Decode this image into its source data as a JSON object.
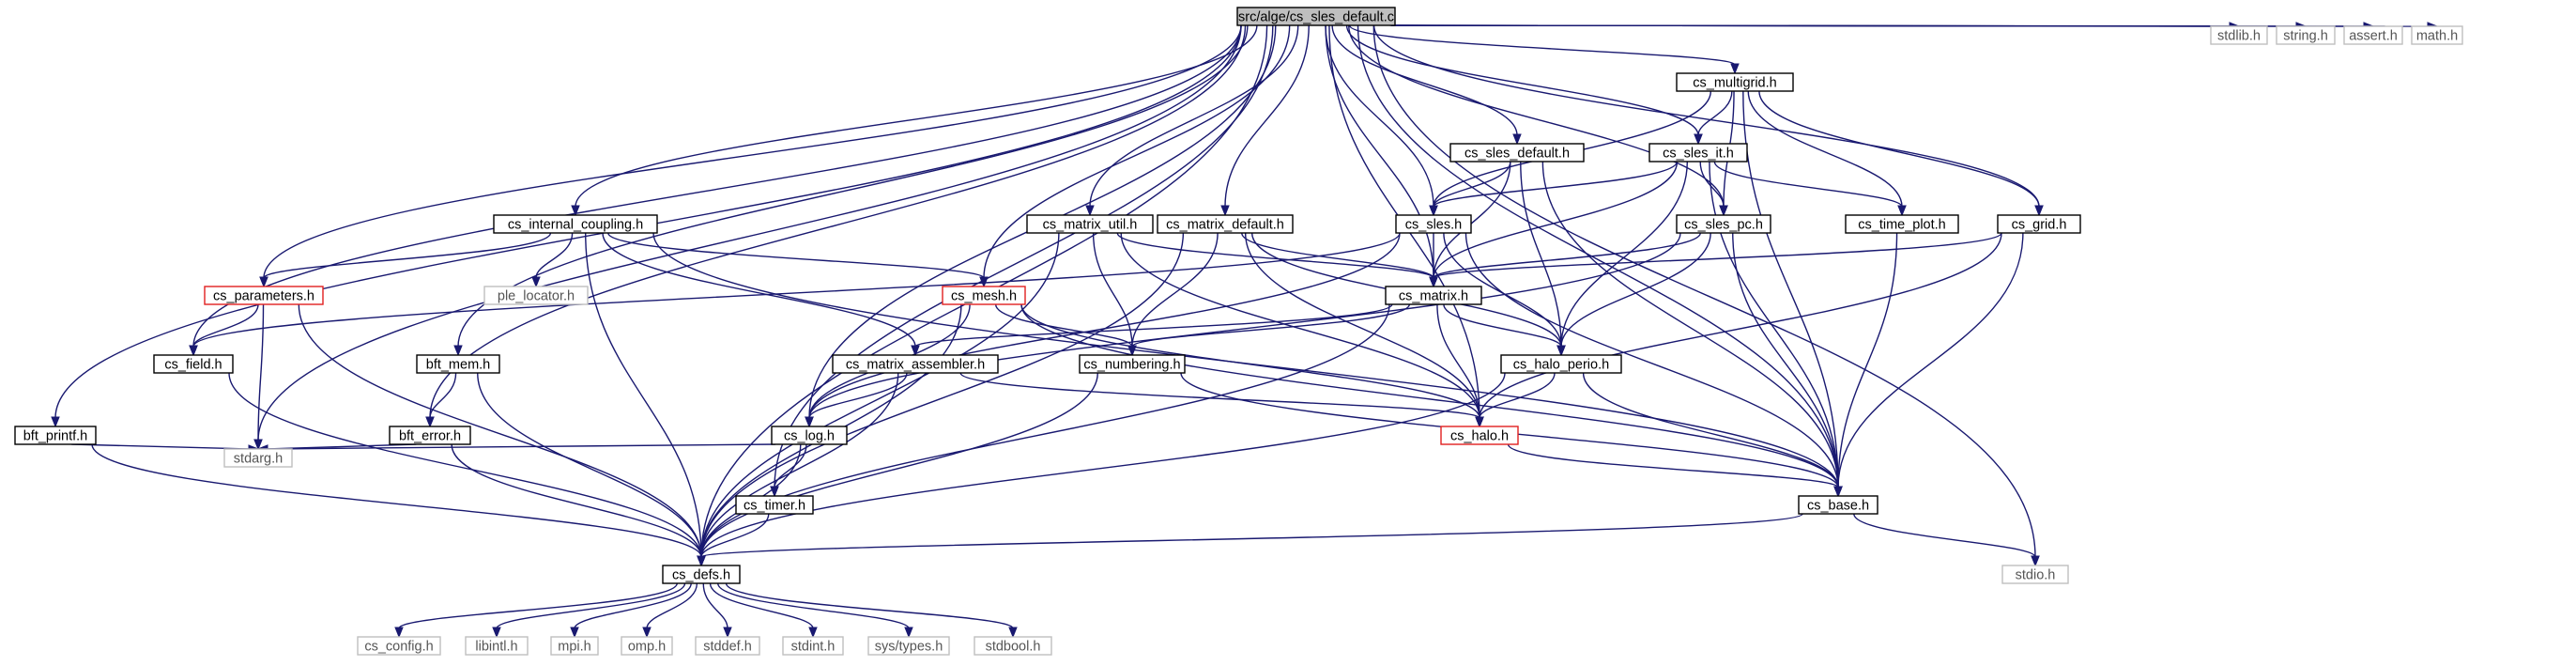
{
  "diagram": {
    "type": "include-dependency-graph",
    "edge_color": "#191970",
    "nodes": [
      {
        "id": "root",
        "label": "src/alge/cs_sles_default.c",
        "kind": "root"
      },
      {
        "id": "stdlib",
        "label": "stdlib.h",
        "kind": "ext"
      },
      {
        "id": "string",
        "label": "string.h",
        "kind": "ext"
      },
      {
        "id": "assert",
        "label": "assert.h",
        "kind": "ext"
      },
      {
        "id": "math",
        "label": "math.h",
        "kind": "ext"
      },
      {
        "id": "multigrid",
        "label": "cs_multigrid.h",
        "kind": "doc"
      },
      {
        "id": "sles_default",
        "label": "cs_sles_default.h",
        "kind": "doc"
      },
      {
        "id": "sles_it",
        "label": "cs_sles_it.h",
        "kind": "doc"
      },
      {
        "id": "internal_coupling",
        "label": "cs_internal_coupling.h",
        "kind": "doc"
      },
      {
        "id": "matrix_util",
        "label": "cs_matrix_util.h",
        "kind": "doc"
      },
      {
        "id": "matrix_default",
        "label": "cs_matrix_default.h",
        "kind": "doc"
      },
      {
        "id": "sles",
        "label": "cs_sles.h",
        "kind": "doc"
      },
      {
        "id": "sles_pc",
        "label": "cs_sles_pc.h",
        "kind": "doc"
      },
      {
        "id": "time_plot",
        "label": "cs_time_plot.h",
        "kind": "doc"
      },
      {
        "id": "grid",
        "label": "cs_grid.h",
        "kind": "doc"
      },
      {
        "id": "parameters",
        "label": "cs_parameters.h",
        "kind": "red"
      },
      {
        "id": "ple_locator",
        "label": "ple_locator.h",
        "kind": "ext"
      },
      {
        "id": "mesh",
        "label": "cs_mesh.h",
        "kind": "red"
      },
      {
        "id": "matrix",
        "label": "cs_matrix.h",
        "kind": "doc"
      },
      {
        "id": "field",
        "label": "cs_field.h",
        "kind": "doc"
      },
      {
        "id": "bft_mem",
        "label": "bft_mem.h",
        "kind": "doc"
      },
      {
        "id": "matrix_assembler",
        "label": "cs_matrix_assembler.h",
        "kind": "doc"
      },
      {
        "id": "numbering",
        "label": "cs_numbering.h",
        "kind": "doc"
      },
      {
        "id": "halo_perio",
        "label": "cs_halo_perio.h",
        "kind": "doc"
      },
      {
        "id": "bft_printf",
        "label": "bft_printf.h",
        "kind": "doc"
      },
      {
        "id": "bft_error",
        "label": "bft_error.h",
        "kind": "doc"
      },
      {
        "id": "log",
        "label": "cs_log.h",
        "kind": "doc"
      },
      {
        "id": "halo",
        "label": "cs_halo.h",
        "kind": "red"
      },
      {
        "id": "stdarg",
        "label": "stdarg.h",
        "kind": "ext"
      },
      {
        "id": "timer",
        "label": "cs_timer.h",
        "kind": "doc"
      },
      {
        "id": "base",
        "label": "cs_base.h",
        "kind": "doc"
      },
      {
        "id": "defs",
        "label": "cs_defs.h",
        "kind": "doc"
      },
      {
        "id": "stdio",
        "label": "stdio.h",
        "kind": "ext"
      },
      {
        "id": "cs_config",
        "label": "cs_config.h",
        "kind": "ext"
      },
      {
        "id": "libintl",
        "label": "libintl.h",
        "kind": "ext"
      },
      {
        "id": "mpi",
        "label": "mpi.h",
        "kind": "ext"
      },
      {
        "id": "omp",
        "label": "omp.h",
        "kind": "ext"
      },
      {
        "id": "stddef",
        "label": "stddef.h",
        "kind": "ext"
      },
      {
        "id": "stdint",
        "label": "stdint.h",
        "kind": "ext"
      },
      {
        "id": "systypes",
        "label": "sys/types.h",
        "kind": "ext"
      },
      {
        "id": "stdbool",
        "label": "stdbool.h",
        "kind": "ext"
      }
    ],
    "edges": [
      [
        "root",
        "stdlib"
      ],
      [
        "root",
        "string"
      ],
      [
        "root",
        "assert"
      ],
      [
        "root",
        "math"
      ],
      [
        "root",
        "multigrid"
      ],
      [
        "root",
        "sles_default"
      ],
      [
        "root",
        "sles_it"
      ],
      [
        "root",
        "internal_coupling"
      ],
      [
        "root",
        "matrix_util"
      ],
      [
        "root",
        "matrix_default"
      ],
      [
        "root",
        "sles"
      ],
      [
        "root",
        "sles_pc"
      ],
      [
        "root",
        "grid"
      ],
      [
        "root",
        "parameters"
      ],
      [
        "root",
        "mesh"
      ],
      [
        "root",
        "matrix"
      ],
      [
        "root",
        "field"
      ],
      [
        "root",
        "bft_mem"
      ],
      [
        "root",
        "bft_printf"
      ],
      [
        "root",
        "bft_error"
      ],
      [
        "root",
        "log"
      ],
      [
        "root",
        "halo"
      ],
      [
        "root",
        "stdarg"
      ],
      [
        "root",
        "timer"
      ],
      [
        "root",
        "base"
      ],
      [
        "root",
        "defs"
      ],
      [
        "root",
        "stdio"
      ],
      [
        "multigrid",
        "sles"
      ],
      [
        "multigrid",
        "sles_it"
      ],
      [
        "multigrid",
        "sles_pc"
      ],
      [
        "multigrid",
        "time_plot"
      ],
      [
        "multigrid",
        "grid"
      ],
      [
        "multigrid",
        "base"
      ],
      [
        "sles_default",
        "sles"
      ],
      [
        "sles_default",
        "matrix"
      ],
      [
        "sles_default",
        "halo_perio"
      ],
      [
        "sles_default",
        "base"
      ],
      [
        "sles_it",
        "sles"
      ],
      [
        "sles_it",
        "sles_pc"
      ],
      [
        "sles_it",
        "time_plot"
      ],
      [
        "sles_it",
        "matrix"
      ],
      [
        "sles_it",
        "halo_perio"
      ],
      [
        "sles_it",
        "base"
      ],
      [
        "internal_coupling",
        "parameters"
      ],
      [
        "internal_coupling",
        "ple_locator"
      ],
      [
        "internal_coupling",
        "mesh"
      ],
      [
        "internal_coupling",
        "matrix_assembler"
      ],
      [
        "internal_coupling",
        "base"
      ],
      [
        "internal_coupling",
        "defs"
      ],
      [
        "matrix_util",
        "matrix"
      ],
      [
        "matrix_util",
        "numbering"
      ],
      [
        "matrix_util",
        "halo"
      ],
      [
        "matrix_util",
        "defs"
      ],
      [
        "matrix_default",
        "matrix"
      ],
      [
        "matrix_default",
        "numbering"
      ],
      [
        "matrix_default",
        "halo_perio"
      ],
      [
        "matrix_default",
        "halo"
      ],
      [
        "matrix_default",
        "defs"
      ],
      [
        "sles",
        "field"
      ],
      [
        "sles",
        "matrix"
      ],
      [
        "sles",
        "halo_perio"
      ],
      [
        "sles",
        "log"
      ],
      [
        "sles",
        "base"
      ],
      [
        "sles_pc",
        "matrix"
      ],
      [
        "sles_pc",
        "halo_perio"
      ],
      [
        "sles_pc",
        "log"
      ],
      [
        "sles_pc",
        "base"
      ],
      [
        "time_plot",
        "base"
      ],
      [
        "grid",
        "matrix"
      ],
      [
        "grid",
        "halo"
      ],
      [
        "grid",
        "base"
      ],
      [
        "parameters",
        "field"
      ],
      [
        "parameters",
        "stdarg"
      ],
      [
        "parameters",
        "defs"
      ],
      [
        "mesh",
        "numbering"
      ],
      [
        "mesh",
        "halo"
      ],
      [
        "mesh",
        "base"
      ],
      [
        "mesh",
        "defs"
      ],
      [
        "mesh",
        "log"
      ],
      [
        "matrix",
        "matrix_assembler"
      ],
      [
        "matrix",
        "numbering"
      ],
      [
        "matrix",
        "halo_perio"
      ],
      [
        "matrix",
        "halo"
      ],
      [
        "matrix",
        "defs"
      ],
      [
        "field",
        "defs"
      ],
      [
        "bft_mem",
        "bft_error"
      ],
      [
        "bft_mem",
        "defs"
      ],
      [
        "matrix_assembler",
        "log"
      ],
      [
        "matrix_assembler",
        "halo"
      ],
      [
        "matrix_assembler",
        "defs"
      ],
      [
        "numbering",
        "base"
      ],
      [
        "numbering",
        "defs"
      ],
      [
        "halo_perio",
        "halo"
      ],
      [
        "halo_perio",
        "base"
      ],
      [
        "halo_perio",
        "defs"
      ],
      [
        "bft_printf",
        "stdarg"
      ],
      [
        "bft_printf",
        "defs"
      ],
      [
        "bft_error",
        "stdarg"
      ],
      [
        "bft_error",
        "defs"
      ],
      [
        "log",
        "stdarg"
      ],
      [
        "log",
        "timer"
      ],
      [
        "log",
        "defs"
      ],
      [
        "halo",
        "base"
      ],
      [
        "timer",
        "defs"
      ],
      [
        "base",
        "defs"
      ],
      [
        "base",
        "stdio"
      ],
      [
        "defs",
        "cs_config"
      ],
      [
        "defs",
        "libintl"
      ],
      [
        "defs",
        "mpi"
      ],
      [
        "defs",
        "omp"
      ],
      [
        "defs",
        "stddef"
      ],
      [
        "defs",
        "stdint"
      ],
      [
        "defs",
        "systypes"
      ],
      [
        "defs",
        "stdbool"
      ]
    ]
  }
}
